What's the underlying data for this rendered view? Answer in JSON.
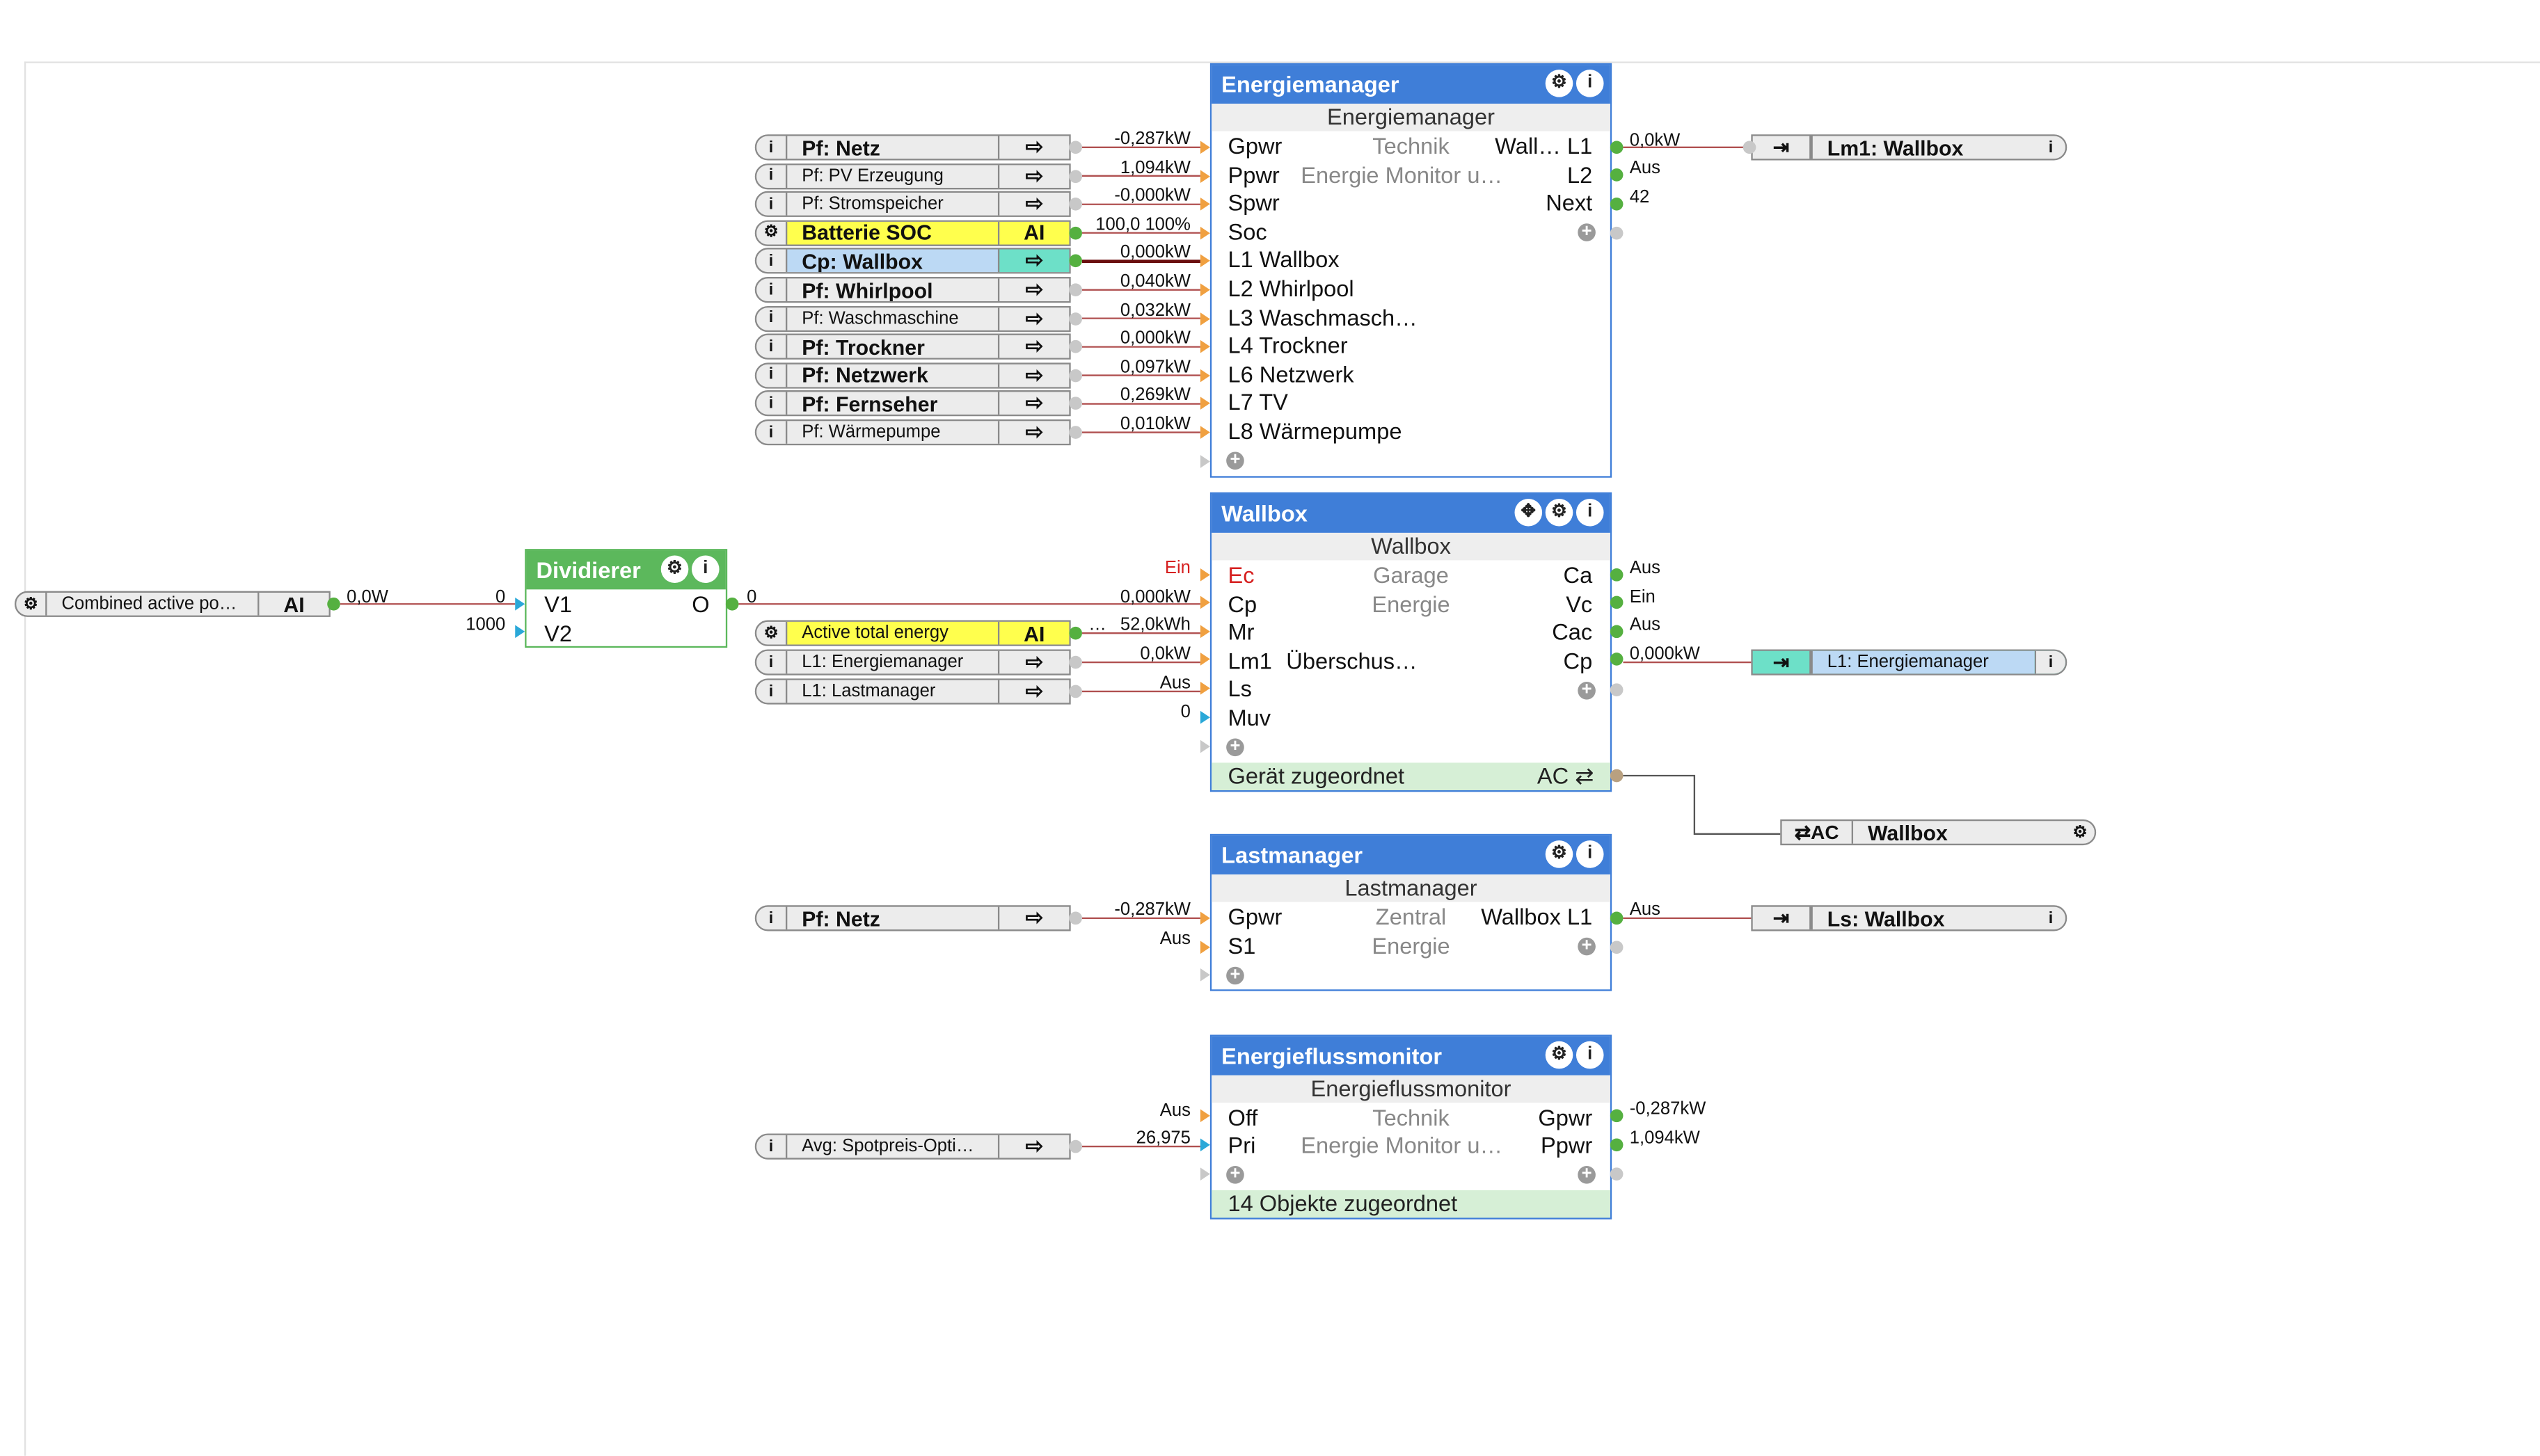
{
  "inputs_top": [
    {
      "icon": "i",
      "label": "Pf: Netz",
      "bold": true,
      "value": "-0,287kW"
    },
    {
      "icon": "i",
      "label": "Pf: PV Erzeugung",
      "bold": false,
      "value": "1,094kW"
    },
    {
      "icon": "i",
      "label": "Pf: Stromspeicher",
      "bold": false,
      "value": "-0,000kW"
    },
    {
      "icon": "gear",
      "label": "Batterie SOC",
      "bold": true,
      "type": "AI",
      "value": "100,0  100%",
      "highlight": "yellow"
    },
    {
      "icon": "i",
      "label": "Cp: Wallbox",
      "bold": true,
      "value": "0,000kW",
      "highlight": "blue"
    },
    {
      "icon": "i",
      "label": "Pf: Whirlpool",
      "bold": true,
      "value": "0,040kW"
    },
    {
      "icon": "i",
      "label": "Pf: Waschmaschine",
      "bold": false,
      "value": "0,032kW"
    },
    {
      "icon": "i",
      "label": "Pf: Trockner",
      "bold": true,
      "value": "0,000kW"
    },
    {
      "icon": "i",
      "label": "Pf: Netzwerk",
      "bold": true,
      "value": "0,097kW"
    },
    {
      "icon": "i",
      "label": "Pf: Fernseher",
      "bold": true,
      "value": "0,269kW"
    },
    {
      "icon": "i",
      "label": "Pf: Wärmepumpe",
      "bold": false,
      "value": "0,010kW"
    }
  ],
  "energiemanager": {
    "title": "Energiemanager",
    "subtitle": "Energiemanager",
    "inputs": [
      "Gpwr",
      "Ppwr",
      "Spwr",
      "Soc",
      "L1 Wallbox",
      "L2 Whirlpool",
      "L3  Waschmasch…",
      "L4 Trockner",
      "L6 Netzwerk",
      "L7 TV",
      "L8 Wärmepumpe"
    ],
    "center": [
      "Technik",
      "Energie Monitor  u…"
    ],
    "outputs": [
      "Wall… L1",
      "L2",
      "Next"
    ],
    "out_values": [
      "0,0kW",
      "Aus",
      "42"
    ]
  },
  "lm1_ref": {
    "label": "Lm1: Wallbox"
  },
  "source_ref": {
    "label": "Combined active po…",
    "type": "AI",
    "value": "0,0W"
  },
  "dividierer": {
    "title": "Dividierer",
    "inputs": [
      "V1",
      "V2"
    ],
    "output": "O",
    "in_values": [
      "0",
      "1000"
    ],
    "out_value": "0"
  },
  "wallbox_inputs": [
    {
      "icon": "gear",
      "label": "Active total energy",
      "type": "AI",
      "value": "52,0kWh",
      "prefix": "…",
      "highlight": "yellow"
    },
    {
      "icon": "i",
      "label": "L1: Energiemanager",
      "value": "0,0kW"
    },
    {
      "icon": "i",
      "label": "L1: Lastmanager",
      "value": "Aus"
    }
  ],
  "wallbox": {
    "title": "Wallbox",
    "subtitle": "Wallbox",
    "ec_value": "Ein",
    "cp_value": "0,000kW",
    "muv_value": "0",
    "inputs": [
      "Ec",
      "Cp",
      "Mr",
      "Lm1",
      "Ls",
      "Muv"
    ],
    "center": [
      "Garage",
      "Energie",
      "Überschus…"
    ],
    "outputs": [
      "Ca",
      "Vc",
      "Cac",
      "Cp"
    ],
    "out_values": [
      "Aus",
      "Ein",
      "Aus",
      "0,000kW"
    ],
    "footer": "Gerät zugeordnet",
    "footer_right": "AC ⇄"
  },
  "l1_ref": {
    "label": "L1: Energiemanager"
  },
  "ac_ref": {
    "symbol": "⇄AC",
    "label": "Wallbox"
  },
  "lastmanager_input": {
    "label": "Pf: Netz",
    "value": "-0,287kW",
    "value2": "Aus"
  },
  "lastmanager": {
    "title": "Lastmanager",
    "subtitle": "Lastmanager",
    "inputs": [
      "Gpwr",
      "S1"
    ],
    "center": [
      "Zentral",
      "Energie"
    ],
    "outputs": [
      "Wallbox L1"
    ],
    "out_values": [
      "Aus"
    ]
  },
  "ls_ref": {
    "label": "Ls: Wallbox"
  },
  "efm_input": {
    "label": "Avg: Spotpreis-Opti…",
    "value": "26,975",
    "value_off": "Aus"
  },
  "efm": {
    "title": "Energieflussmonitor",
    "subtitle": "Energieflussmonitor",
    "inputs": [
      "Off",
      "Pri"
    ],
    "center": [
      "Technik",
      "Energie Monitor  u…"
    ],
    "outputs": [
      "Gpwr",
      "Ppwr"
    ],
    "out_values": [
      "-0,287kW",
      "1,094kW"
    ],
    "footer": "14 Objekte zugeordnet"
  },
  "icons": {
    "info": "info-icon",
    "gear": "gear-icon",
    "output": "output-arrow-icon",
    "input": "input-arrow-icon",
    "move": "move-icon",
    "plus": "add-pin-icon"
  },
  "colors": {
    "block": "#3f7ed8",
    "dividierer": "#5cb85c",
    "yellow": "#ffff4d",
    "blue": "#bcd9f4",
    "teal": "#6de0c8",
    "wire": "#b04a4a"
  }
}
